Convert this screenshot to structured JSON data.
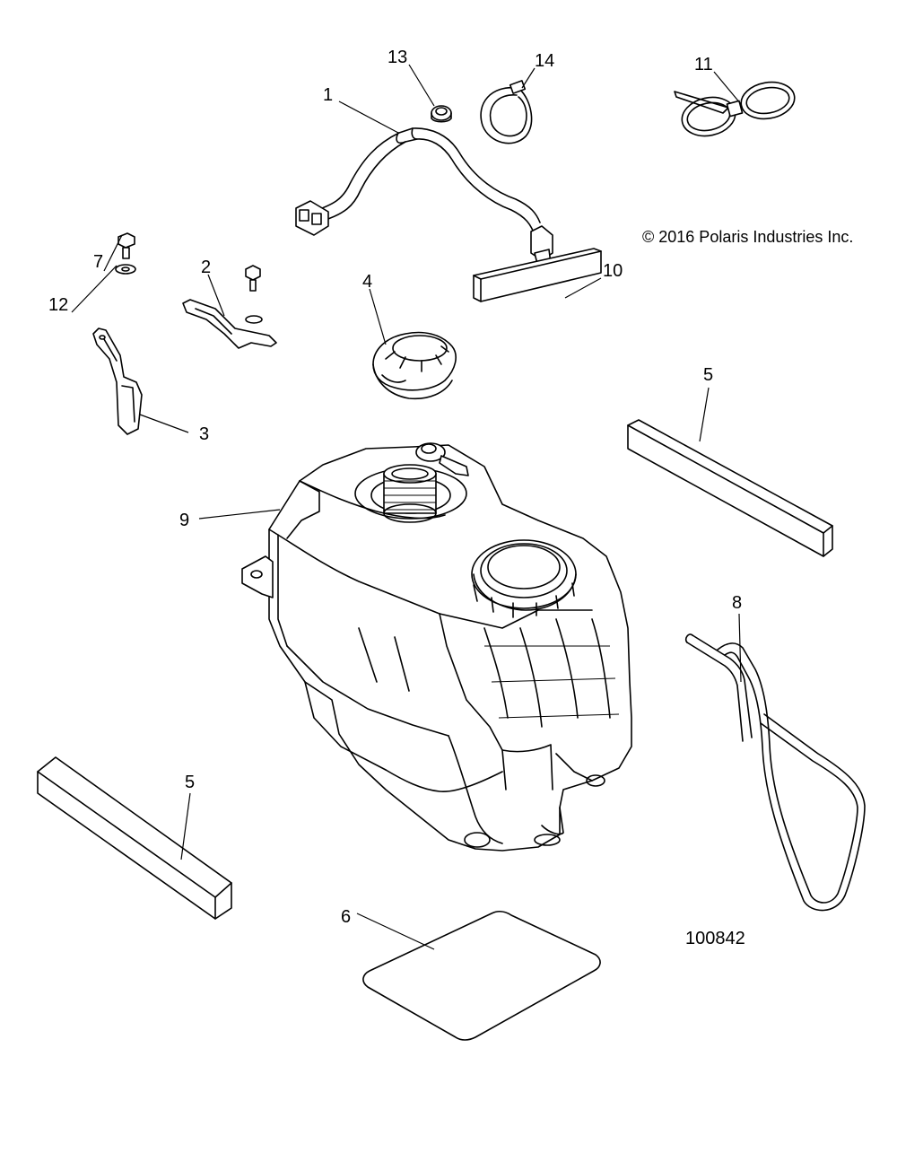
{
  "copyright": "© 2016 Polaris Industries Inc.",
  "drawing_number": "100842",
  "callouts": {
    "c1": "1",
    "c2": "2",
    "c3": "3",
    "c4": "4",
    "c5a": "5",
    "c5b": "5",
    "c6": "6",
    "c7": "7",
    "c8": "8",
    "c9": "9",
    "c10": "10",
    "c11": "11",
    "c12": "12",
    "c13": "13",
    "c14": "14"
  }
}
